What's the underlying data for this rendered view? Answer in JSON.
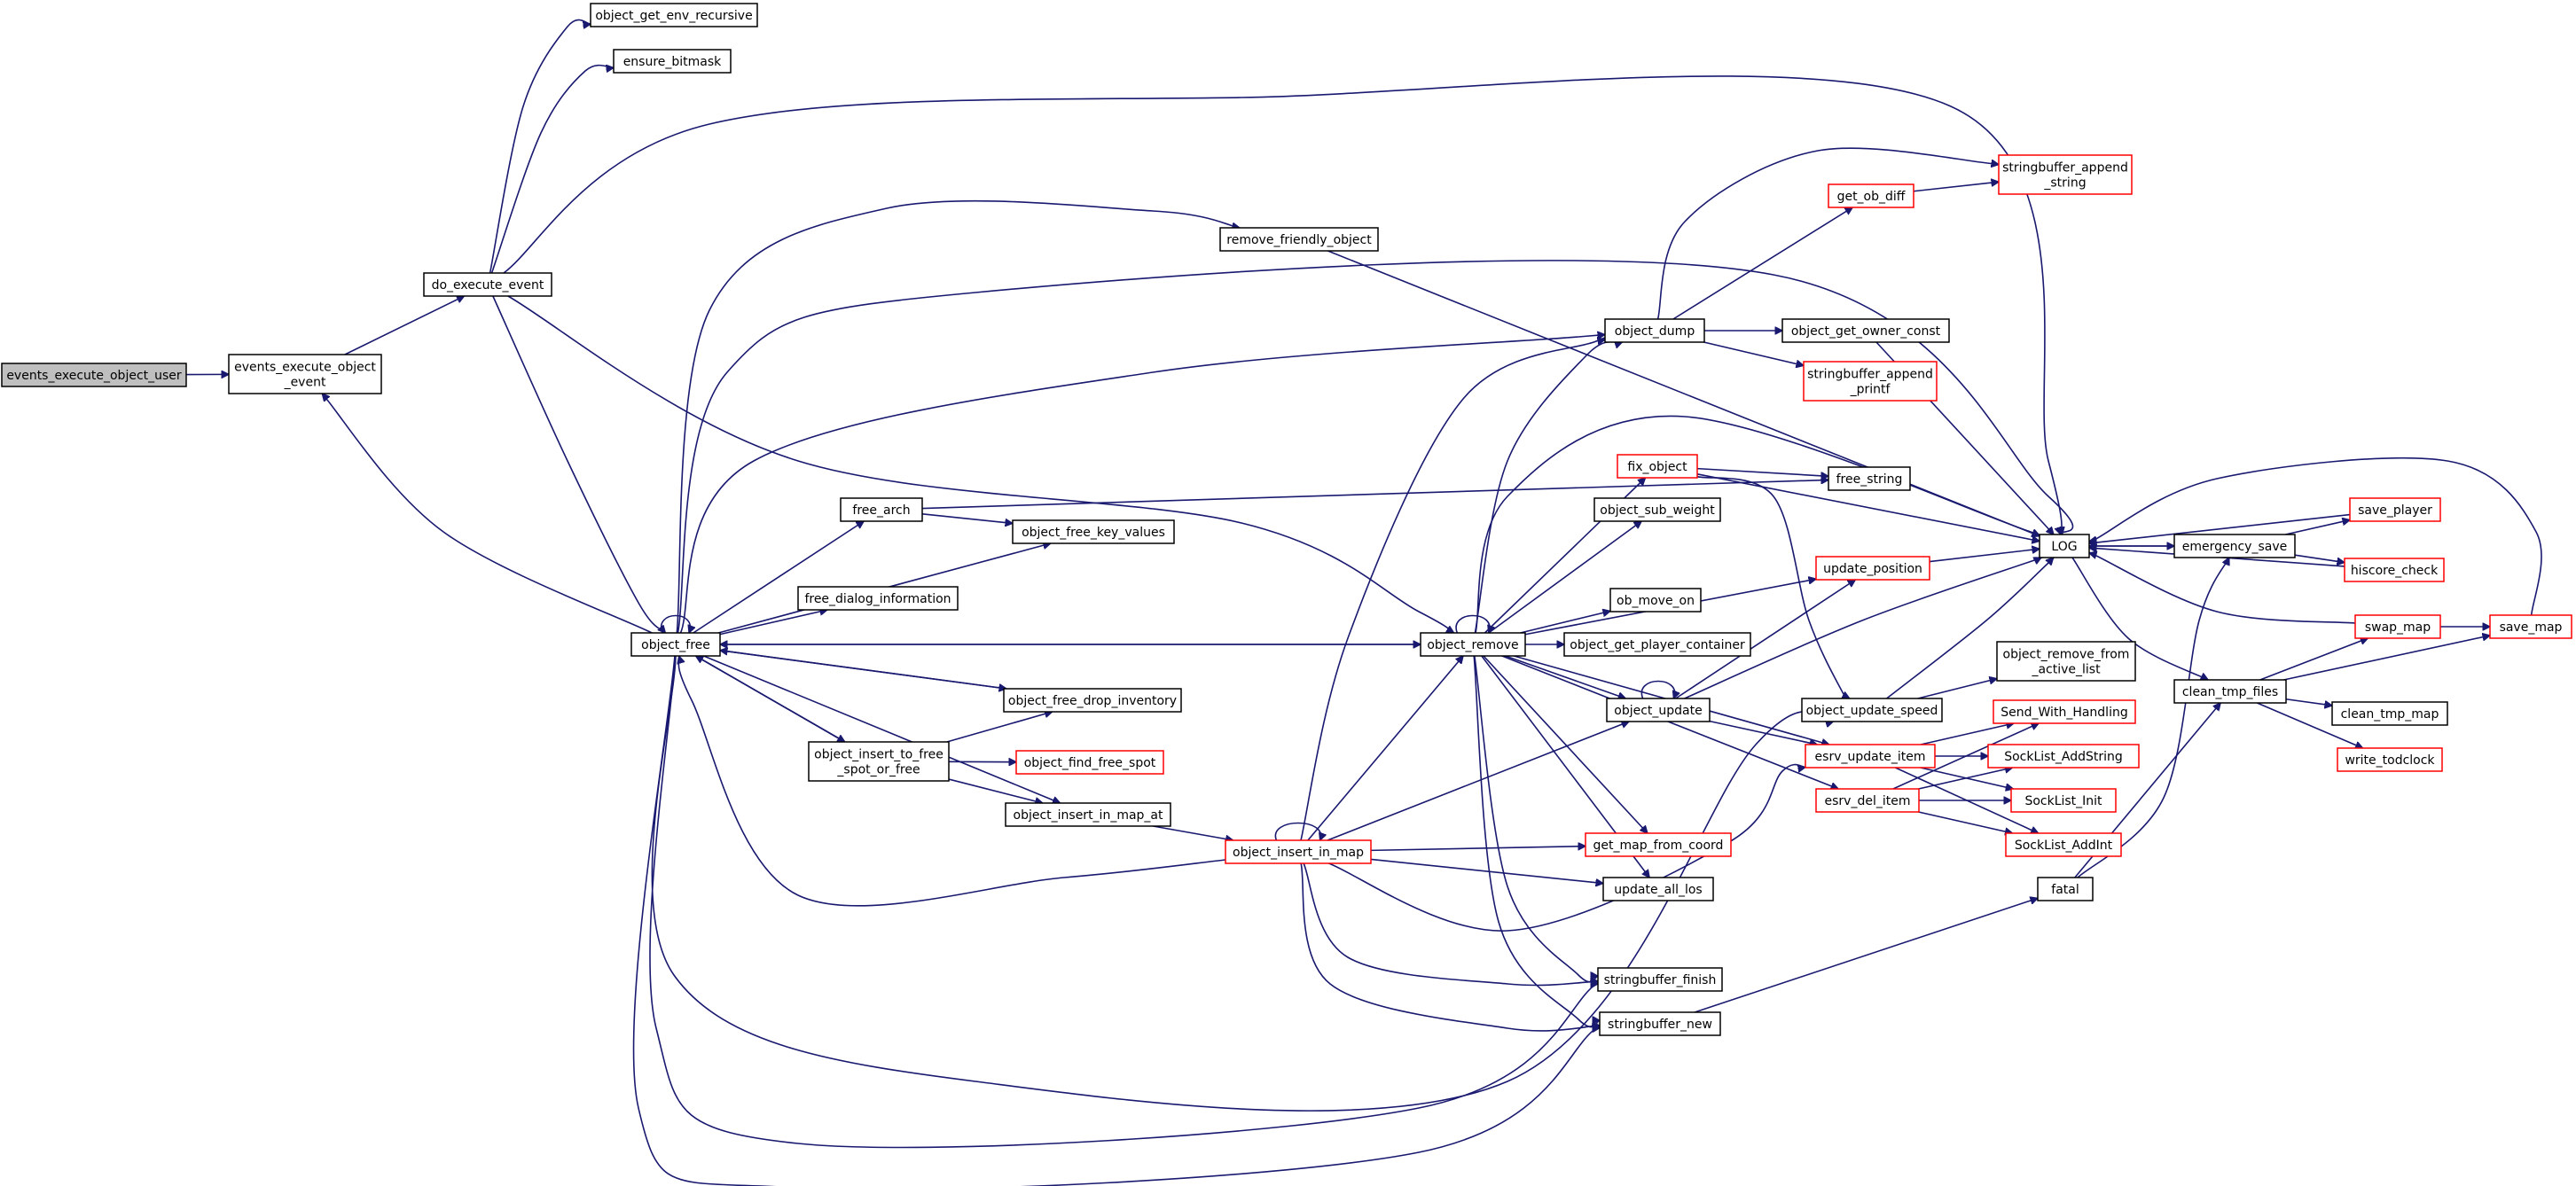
{
  "colors": {
    "edge": "#191970",
    "node_border": "#000000",
    "incomplete_node_border": "#ff0000",
    "root_fill": "#bfbfbf"
  },
  "nodes": {
    "events_execute_object_user": {
      "lines": [
        "events_execute_object_user"
      ],
      "style": "root"
    },
    "events_execute_object_event": {
      "lines": [
        "events_execute_object",
        "_event"
      ],
      "style": "normal"
    },
    "do_execute_event": {
      "lines": [
        "do_execute_event"
      ],
      "style": "normal"
    },
    "object_get_env_recursive": {
      "lines": [
        "object_get_env_recursive"
      ],
      "style": "normal"
    },
    "ensure_bitmask": {
      "lines": [
        "ensure_bitmask"
      ],
      "style": "normal"
    },
    "object_free": {
      "lines": [
        "object_free"
      ],
      "style": "normal"
    },
    "remove_friendly_object": {
      "lines": [
        "remove_friendly_object"
      ],
      "style": "normal"
    },
    "free_arch": {
      "lines": [
        "free_arch"
      ],
      "style": "normal"
    },
    "object_free_key_values": {
      "lines": [
        "object_free_key_values"
      ],
      "style": "normal"
    },
    "free_dialog_information": {
      "lines": [
        "free_dialog_information"
      ],
      "style": "normal"
    },
    "object_free_drop_inventory": {
      "lines": [
        "object_free_drop_inventory"
      ],
      "style": "normal"
    },
    "object_insert_to_free_spot_or_free": {
      "lines": [
        "object_insert_to_free",
        "_spot_or_free"
      ],
      "style": "normal"
    },
    "object_find_free_spot": {
      "lines": [
        "object_find_free_spot"
      ],
      "style": "red"
    },
    "object_insert_in_map_at": {
      "lines": [
        "object_insert_in_map_at"
      ],
      "style": "normal"
    },
    "object_insert_in_map": {
      "lines": [
        "object_insert_in_map"
      ],
      "style": "red"
    },
    "object_remove": {
      "lines": [
        "object_remove"
      ],
      "style": "normal"
    },
    "object_dump": {
      "lines": [
        "object_dump"
      ],
      "style": "normal"
    },
    "get_ob_diff": {
      "lines": [
        "get_ob_diff"
      ],
      "style": "red"
    },
    "stringbuffer_append_string": {
      "lines": [
        "stringbuffer_append",
        "_string"
      ],
      "style": "red"
    },
    "object_get_owner_const": {
      "lines": [
        "object_get_owner_const"
      ],
      "style": "normal"
    },
    "stringbuffer_append_printf": {
      "lines": [
        "stringbuffer_append",
        "_printf"
      ],
      "style": "red"
    },
    "fix_object": {
      "lines": [
        "fix_object"
      ],
      "style": "red"
    },
    "free_string": {
      "lines": [
        "free_string"
      ],
      "style": "normal"
    },
    "object_sub_weight": {
      "lines": [
        "object_sub_weight"
      ],
      "style": "normal"
    },
    "update_position": {
      "lines": [
        "update_position"
      ],
      "style": "red"
    },
    "ob_move_on": {
      "lines": [
        "ob_move_on"
      ],
      "style": "normal"
    },
    "object_get_player_container": {
      "lines": [
        "object_get_player_container"
      ],
      "style": "normal"
    },
    "object_update": {
      "lines": [
        "object_update"
      ],
      "style": "normal"
    },
    "object_update_speed": {
      "lines": [
        "object_update_speed"
      ],
      "style": "normal"
    },
    "object_remove_from_active_list": {
      "lines": [
        "object_remove_from",
        "_active_list"
      ],
      "style": "normal"
    },
    "esrv_update_item": {
      "lines": [
        "esrv_update_item"
      ],
      "style": "red"
    },
    "esrv_del_item": {
      "lines": [
        "esrv_del_item"
      ],
      "style": "red"
    },
    "get_map_from_coord": {
      "lines": [
        "get_map_from_coord"
      ],
      "style": "red"
    },
    "update_all_los": {
      "lines": [
        "update_all_los"
      ],
      "style": "normal"
    },
    "stringbuffer_finish": {
      "lines": [
        "stringbuffer_finish"
      ],
      "style": "normal"
    },
    "stringbuffer_new": {
      "lines": [
        "stringbuffer_new"
      ],
      "style": "normal"
    },
    "fatal": {
      "lines": [
        "fatal"
      ],
      "style": "normal"
    },
    "LOG": {
      "lines": [
        "LOG"
      ],
      "style": "normal"
    },
    "emergency_save": {
      "lines": [
        "emergency_save"
      ],
      "style": "normal"
    },
    "save_player": {
      "lines": [
        "save_player"
      ],
      "style": "red"
    },
    "hiscore_check": {
      "lines": [
        "hiscore_check"
      ],
      "style": "red"
    },
    "clean_tmp_files": {
      "lines": [
        "clean_tmp_files"
      ],
      "style": "normal"
    },
    "swap_map": {
      "lines": [
        "swap_map"
      ],
      "style": "red"
    },
    "save_map": {
      "lines": [
        "save_map"
      ],
      "style": "red"
    },
    "clean_tmp_map": {
      "lines": [
        "clean_tmp_map"
      ],
      "style": "normal"
    },
    "write_todclock": {
      "lines": [
        "write_todclock"
      ],
      "style": "red"
    },
    "Send_With_Handling": {
      "lines": [
        "Send_With_Handling"
      ],
      "style": "red"
    },
    "SockList_AddString": {
      "lines": [
        "SockList_AddString"
      ],
      "style": "red"
    },
    "SockList_Init": {
      "lines": [
        "SockList_Init"
      ],
      "style": "red"
    },
    "SockList_AddInt": {
      "lines": [
        "SockList_AddInt"
      ],
      "style": "red"
    }
  },
  "edges": [
    [
      "events_execute_object_user",
      "events_execute_object_event"
    ],
    [
      "events_execute_object_event",
      "do_execute_event"
    ],
    [
      "do_execute_event",
      "object_get_env_recursive"
    ],
    [
      "do_execute_event",
      "ensure_bitmask"
    ],
    [
      "do_execute_event",
      "LOG"
    ],
    [
      "do_execute_event",
      "object_free"
    ],
    [
      "do_execute_event",
      "object_remove"
    ],
    [
      "object_free",
      "events_execute_object_event"
    ],
    [
      "object_free",
      "object_free"
    ],
    [
      "object_free",
      "remove_friendly_object"
    ],
    [
      "object_free",
      "LOG"
    ],
    [
      "object_free",
      "object_dump"
    ],
    [
      "object_free",
      "free_arch"
    ],
    [
      "object_free",
      "object_free_key_values"
    ],
    [
      "object_free",
      "free_dialog_information"
    ],
    [
      "object_free",
      "object_remove"
    ],
    [
      "object_free",
      "object_free_drop_inventory"
    ],
    [
      "object_free",
      "object_insert_to_free_spot_or_free"
    ],
    [
      "object_free",
      "object_insert_in_map_at"
    ],
    [
      "object_free",
      "stringbuffer_finish"
    ],
    [
      "object_free",
      "stringbuffer_new"
    ],
    [
      "object_free",
      "object_update_speed"
    ],
    [
      "remove_friendly_object",
      "LOG"
    ],
    [
      "free_arch",
      "object_free_key_values"
    ],
    [
      "free_arch",
      "free_string"
    ],
    [
      "object_free_drop_inventory",
      "object_free"
    ],
    [
      "object_insert_to_free_spot_or_free",
      "object_free"
    ],
    [
      "object_insert_to_free_spot_or_free",
      "object_free_drop_inventory"
    ],
    [
      "object_insert_to_free_spot_or_free",
      "object_find_free_spot"
    ],
    [
      "object_insert_to_free_spot_or_free",
      "object_insert_in_map_at"
    ],
    [
      "object_insert_in_map_at",
      "object_insert_in_map"
    ],
    [
      "object_insert_in_map",
      "object_insert_in_map"
    ],
    [
      "object_insert_in_map",
      "object_free"
    ],
    [
      "object_insert_in_map",
      "object_dump"
    ],
    [
      "object_insert_in_map",
      "object_remove"
    ],
    [
      "object_insert_in_map",
      "object_update"
    ],
    [
      "object_insert_in_map",
      "get_map_from_coord"
    ],
    [
      "object_insert_in_map",
      "update_all_los"
    ],
    [
      "object_insert_in_map",
      "stringbuffer_finish"
    ],
    [
      "object_insert_in_map",
      "stringbuffer_new"
    ],
    [
      "object_insert_in_map",
      "esrv_update_item"
    ],
    [
      "object_remove",
      "object_free"
    ],
    [
      "object_remove",
      "object_remove"
    ],
    [
      "object_remove",
      "object_dump"
    ],
    [
      "object_remove",
      "LOG"
    ],
    [
      "object_remove",
      "fix_object"
    ],
    [
      "object_remove",
      "object_sub_weight"
    ],
    [
      "object_remove",
      "update_position"
    ],
    [
      "object_remove",
      "ob_move_on"
    ],
    [
      "object_remove",
      "object_get_player_container"
    ],
    [
      "object_remove",
      "object_update"
    ],
    [
      "object_remove",
      "esrv_update_item"
    ],
    [
      "object_remove",
      "esrv_del_item"
    ],
    [
      "object_remove",
      "get_map_from_coord"
    ],
    [
      "object_remove",
      "update_all_los"
    ],
    [
      "object_remove",
      "stringbuffer_finish"
    ],
    [
      "object_remove",
      "stringbuffer_new"
    ],
    [
      "object_dump",
      "stringbuffer_append_string"
    ],
    [
      "object_dump",
      "get_ob_diff"
    ],
    [
      "object_dump",
      "object_get_owner_const"
    ],
    [
      "object_dump",
      "stringbuffer_append_printf"
    ],
    [
      "get_ob_diff",
      "stringbuffer_append_string"
    ],
    [
      "object_get_owner_const",
      "LOG"
    ],
    [
      "fix_object",
      "free_string"
    ],
    [
      "fix_object",
      "LOG"
    ],
    [
      "fix_object",
      "object_update_speed"
    ],
    [
      "update_position",
      "LOG"
    ],
    [
      "object_update",
      "object_update"
    ],
    [
      "object_update",
      "update_position"
    ],
    [
      "object_update",
      "LOG"
    ],
    [
      "object_update",
      "esrv_update_item"
    ],
    [
      "object_update_speed",
      "LOG"
    ],
    [
      "object_update_speed",
      "object_remove_from_active_list"
    ],
    [
      "esrv_update_item",
      "Send_With_Handling"
    ],
    [
      "esrv_update_item",
      "SockList_AddString"
    ],
    [
      "esrv_update_item",
      "SockList_Init"
    ],
    [
      "esrv_update_item",
      "SockList_AddInt"
    ],
    [
      "esrv_del_item",
      "Send_With_Handling"
    ],
    [
      "esrv_del_item",
      "SockList_AddString"
    ],
    [
      "esrv_del_item",
      "SockList_Init"
    ],
    [
      "esrv_del_item",
      "SockList_AddInt"
    ],
    [
      "stringbuffer_new",
      "fatal"
    ],
    [
      "fatal",
      "emergency_save"
    ],
    [
      "fatal",
      "clean_tmp_files"
    ],
    [
      "LOG",
      "emergency_save"
    ],
    [
      "LOG",
      "clean_tmp_files"
    ],
    [
      "emergency_save",
      "LOG"
    ],
    [
      "emergency_save",
      "save_player"
    ],
    [
      "emergency_save",
      "hiscore_check"
    ],
    [
      "save_player",
      "LOG"
    ],
    [
      "hiscore_check",
      "LOG"
    ],
    [
      "swap_map",
      "LOG"
    ],
    [
      "swap_map",
      "save_map"
    ],
    [
      "save_map",
      "LOG"
    ],
    [
      "clean_tmp_files",
      "swap_map"
    ],
    [
      "clean_tmp_files",
      "save_map"
    ],
    [
      "clean_tmp_files",
      "clean_tmp_map"
    ],
    [
      "clean_tmp_files",
      "write_todclock"
    ]
  ]
}
